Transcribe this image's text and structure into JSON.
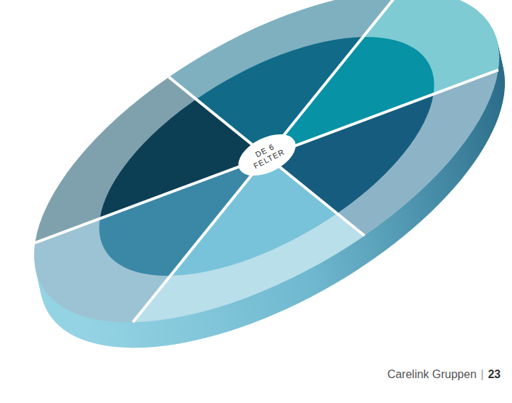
{
  "diagram": {
    "nodes": [
      {
        "text": [
          "DE 6 FELTER"
        ]
      }
    ],
    "labels": [
      "Carelink Gruppen",
      "|",
      "23"
    ]
  }
}
